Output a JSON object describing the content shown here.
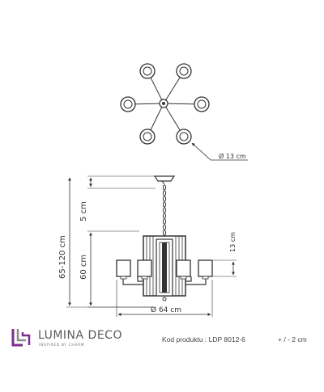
{
  "top_view": {
    "diameter_label": "Ø 13 cm"
  },
  "side_view": {
    "total_height_label": "65-120 cm",
    "canopy_label": "5 cm",
    "body_height_label": "60 cm",
    "shade_height_label": "13 cm",
    "width_label": "Ø 64 cm"
  },
  "footer": {
    "brand": "LUMINA DECO",
    "tagline": "INSPIRED BY CHARM",
    "product_code": "Kod produktu : LDP 8012-6",
    "tolerance": "+ / - 2 cm"
  },
  "colors": {
    "logo_purple": "#7b2f8f",
    "logo_gray": "#8a8a8a",
    "line": "#333333"
  }
}
